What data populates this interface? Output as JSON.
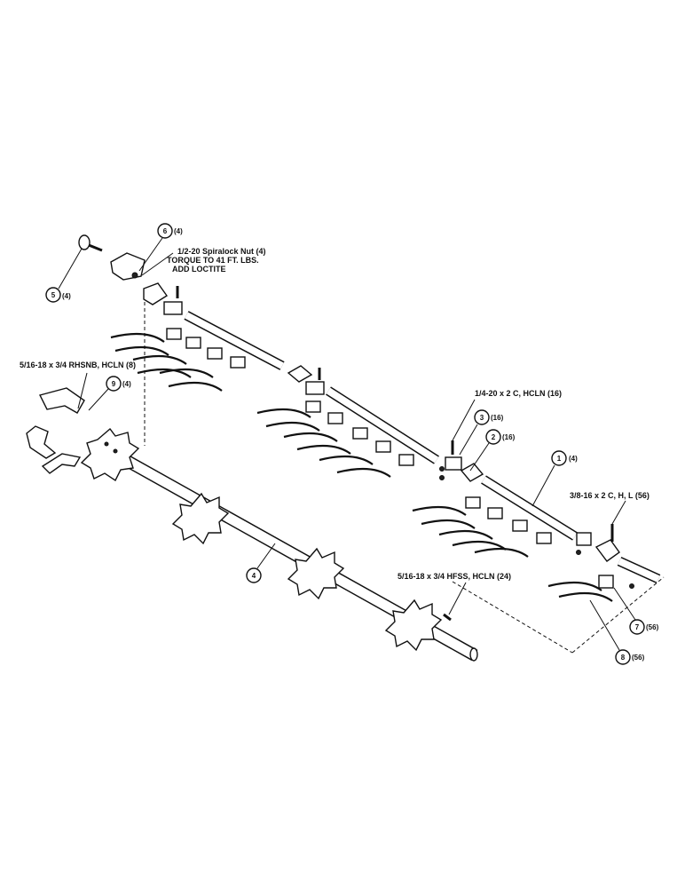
{
  "callouts": [
    {
      "id": "c5",
      "num": "5",
      "qty": "(4)"
    },
    {
      "id": "c6",
      "num": "6",
      "qty": "(4)"
    },
    {
      "id": "c9",
      "num": "9",
      "qty": "(4)"
    },
    {
      "id": "c3",
      "num": "3",
      "qty": "(16)"
    },
    {
      "id": "c2",
      "num": "2",
      "qty": "(16)"
    },
    {
      "id": "c1",
      "num": "1",
      "qty": "(4)"
    },
    {
      "id": "c4",
      "num": "4",
      "qty": ""
    },
    {
      "id": "c7",
      "num": "7",
      "qty": "(56)"
    },
    {
      "id": "c8",
      "num": "8",
      "qty": "(56)"
    }
  ],
  "notes": {
    "spiralock_1": "1/2-20 Spiralock Nut (4)",
    "spiralock_2": "TORQUE TO 41 FT. LBS.",
    "spiralock_3": "ADD LOCTITE",
    "rhsnb": "5/16-18 x 3/4 RHSNB, HCLN (8)",
    "bolt_1420": "1/4-20 x 2 C, HCLN (16)",
    "bolt_3816": "3/8-16 x 2 C, H, L (56)",
    "hfss": "5/16-18 x 3/4 HFSS, HCLN (24)"
  }
}
